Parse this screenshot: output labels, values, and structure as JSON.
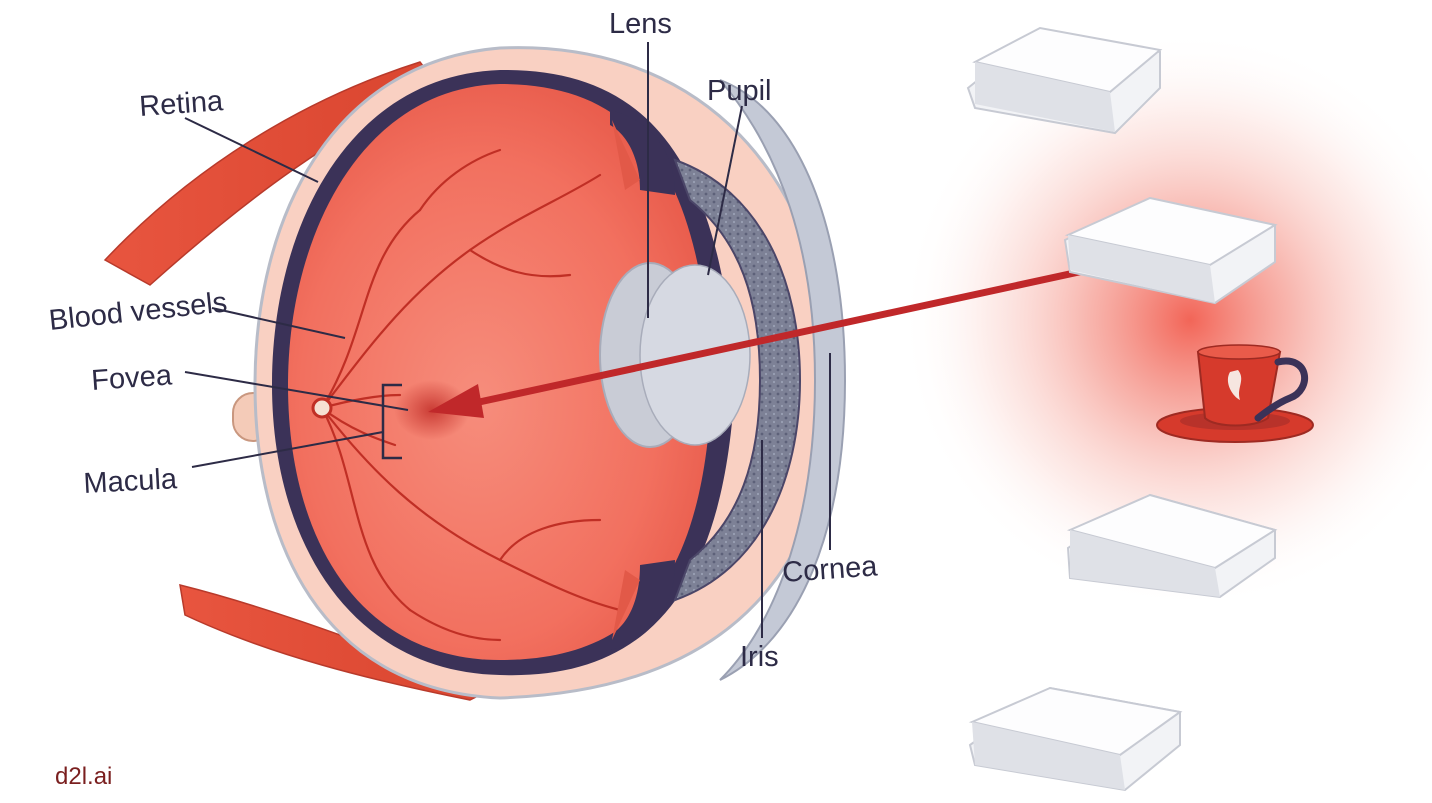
{
  "labels": {
    "lens": "Lens",
    "pupil": "Pupil",
    "retina": "Retina",
    "blood_vessels": "Blood vessels",
    "fovea": "Fovea",
    "macula": "Macula",
    "cornea": "Cornea",
    "iris": "Iris"
  },
  "watermark": "d2l.ai",
  "colors": {
    "leader_line": "#2d2b46",
    "sight_arrow": "#c0282a",
    "eye_interior": "#f2705f",
    "focus_glow": "#f04a3a",
    "label_text": "#2d2b46"
  }
}
